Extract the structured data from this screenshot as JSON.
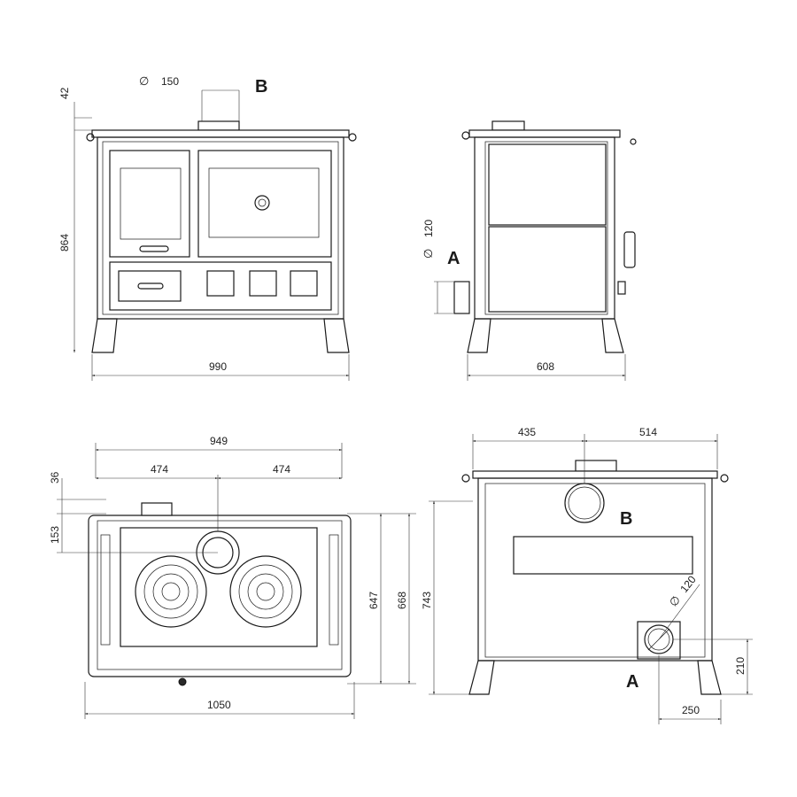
{
  "front_view": {
    "dim_flue_diameter_symbol": "∅",
    "dim_flue_diameter": "150",
    "dim_flue_height": "42",
    "dim_height": "864",
    "dim_width": "990",
    "label_outlet": "B"
  },
  "side_view": {
    "dim_inlet_diameter_symbol": "∅",
    "dim_inlet_diameter": "120",
    "dim_depth": "608",
    "label_inlet": "A"
  },
  "top_view": {
    "dim_total": "949",
    "dim_left": "474",
    "dim_right": "474",
    "dim_offset_top": "36",
    "dim_offset_flue": "153",
    "dim_inner_depth": "647",
    "dim_depth": "668",
    "dim_width": "1050"
  },
  "rear_view": {
    "dim_left": "435",
    "dim_right": "514",
    "dim_height": "743",
    "dim_inlet_height": "210",
    "dim_inlet_offset": "250",
    "dim_inlet_diameter_symbol": "∅",
    "dim_inlet_diameter": "120",
    "label_outlet": "B",
    "label_inlet": "A"
  }
}
